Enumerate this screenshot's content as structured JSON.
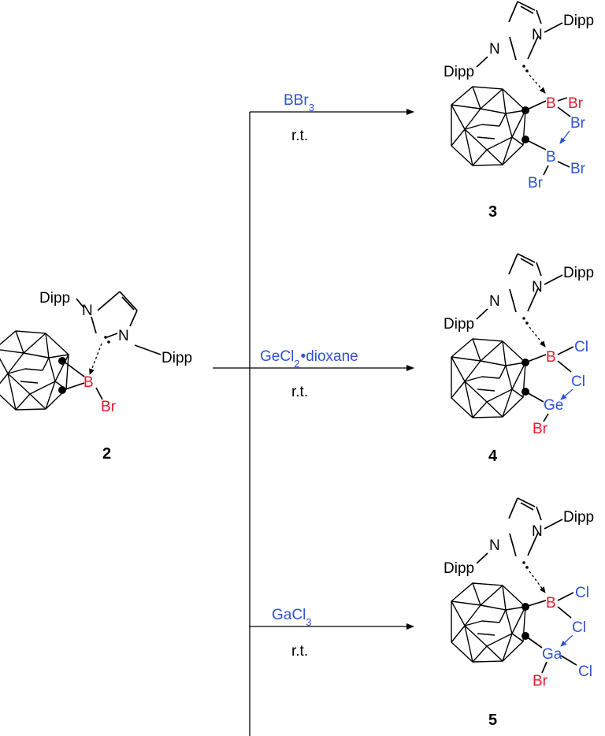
{
  "colors": {
    "boron_bromide": "#e8182e",
    "reagent": "#2e52d6",
    "bond": "#000000"
  },
  "start": {
    "number": "2",
    "ligand_n": "N",
    "dipp": "Dipp",
    "boron": "B",
    "bromine": "Br"
  },
  "reactions": [
    {
      "reagent_main": "BBr",
      "reagent_sub": "3",
      "reagent_tail": "",
      "condition": "r.t.",
      "product": {
        "number": "3",
        "n": "N",
        "dipp": "Dipp",
        "upper_center": "B",
        "upper_sub": "Br",
        "bridge": "Br",
        "lower_center": "B",
        "lower_right": "Br",
        "lower_below": "Br"
      }
    },
    {
      "reagent_main": "GeCl",
      "reagent_sub": "2",
      "reagent_tail": "dioxane",
      "condition": "r.t.",
      "product": {
        "number": "4",
        "n": "N",
        "dipp": "Dipp",
        "upper_center": "B",
        "upper_sub": "Cl",
        "bridge": "Cl",
        "lower_center": "Ge",
        "lower_below": "Br"
      }
    },
    {
      "reagent_main": "GaCl",
      "reagent_sub": "3",
      "reagent_tail": "",
      "condition": "r.t.",
      "product": {
        "number": "5",
        "n": "N",
        "dipp": "Dipp",
        "upper_center": "B",
        "upper_sub": "Cl",
        "bridge": "Cl",
        "lower_center": "Ga",
        "lower_right": "Cl",
        "lower_below": "Br"
      }
    }
  ]
}
